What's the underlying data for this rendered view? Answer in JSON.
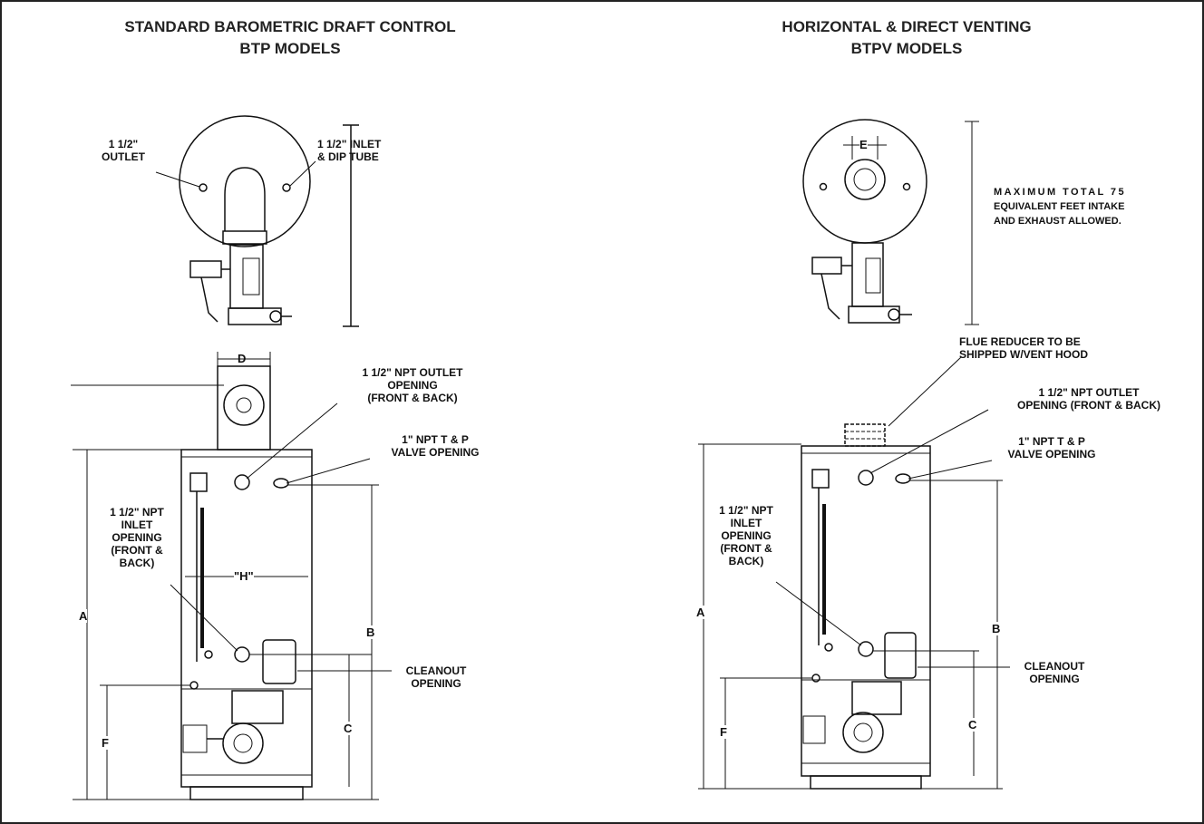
{
  "left": {
    "title_line1": "STANDARD BAROMETRIC DRAFT CONTROL",
    "title_line2": "BTP MODELS",
    "top_outlet": "1 1/2\"\nOUTLET",
    "top_inlet": "1 1/2\" INLET\n& DIP TUBE",
    "npt_outlet": "1 1/2\" NPT OUTLET\nOPENING\n(FRONT & BACK)",
    "tp_valve": "1\" NPT T & P\nVALVE OPENING",
    "npt_inlet": "1 1/2\" NPT\nINLET\nOPENING\n(FRONT &\nBACK)",
    "cleanout": "CLEANOUT\nOPENING",
    "dims": {
      "A": "A",
      "B": "B",
      "C": "C",
      "D": "D",
      "F": "F",
      "H": "\"H\""
    }
  },
  "right": {
    "title_line1": "HORIZONTAL & DIRECT VENTING",
    "title_line2": "BTPV MODELS",
    "note_line1": "MAXIMUM TOTAL 75",
    "note_line2": "EQUIVALENT FEET INTAKE",
    "note_line3": "AND EXHAUST ALLOWED.",
    "flue": "FLUE REDUCER TO BE\nSHIPPED W/VENT HOOD",
    "npt_outlet": "1 1/2\" NPT OUTLET\nOPENING (FRONT & BACK)",
    "tp_valve": "1\" NPT T & P\nVALVE OPENING",
    "npt_inlet": "1 1/2\" NPT\nINLET\nOPENING\n(FRONT &\nBACK)",
    "cleanout": "CLEANOUT\nOPENING",
    "dims": {
      "A": "A",
      "B": "B",
      "C": "C",
      "E": "E",
      "F": "F"
    }
  }
}
